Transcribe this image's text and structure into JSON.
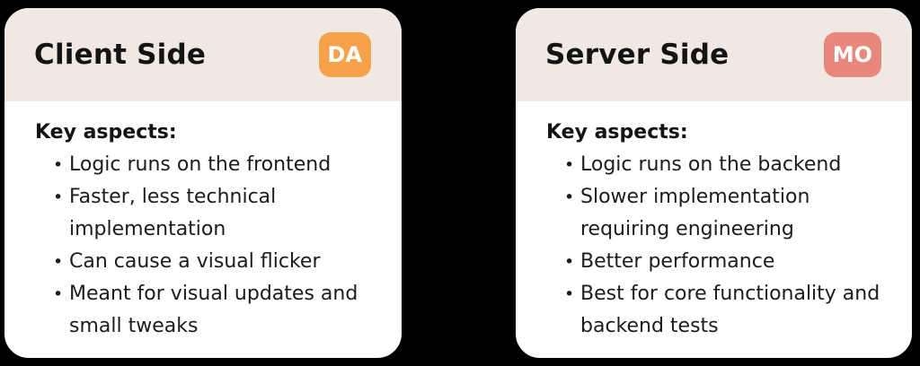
{
  "colors": {
    "page_background": "#000000",
    "card_background": "#ffffff",
    "header_background": "#f0e8e2",
    "client_badge": "#f5a24b",
    "server_badge": "#e8877c",
    "text": "#1c1c1c"
  },
  "cards": [
    {
      "title": "Client Side",
      "badge": {
        "label": "DA",
        "color": "#f5a24b"
      },
      "section_heading": "Key aspects:",
      "bullets": [
        "Logic runs on the frontend",
        "Faster, less technical implementation",
        "Can cause a visual flicker",
        "Meant for visual updates and small tweaks"
      ]
    },
    {
      "title": "Server Side",
      "badge": {
        "label": "MO",
        "color": "#e8877c"
      },
      "section_heading": "Key aspects:",
      "bullets": [
        "Logic runs on the backend",
        "Slower implementation requiring engineering",
        "Better performance",
        "Best for core functionality and backend tests"
      ]
    }
  ]
}
